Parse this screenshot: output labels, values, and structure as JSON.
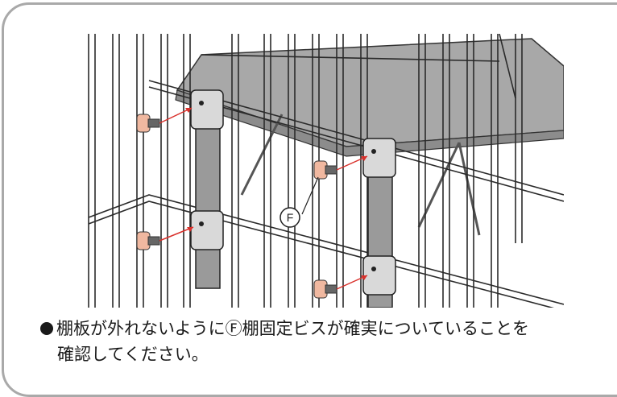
{
  "figure": {
    "label_f": "F"
  },
  "caption": {
    "line1_a": "棚板が外れないように",
    "marker": "Ⓕ",
    "line1_b": "棚固定ビスが確実についていることを",
    "line2": "確認してください。"
  },
  "colors": {
    "frame_border": "#a9a9a9",
    "arrow": "#d9302b",
    "shelf_fill": "#a8a8a8",
    "bracket_fill": "#9a9a9a",
    "screw_fill": "#f0b8a0"
  }
}
